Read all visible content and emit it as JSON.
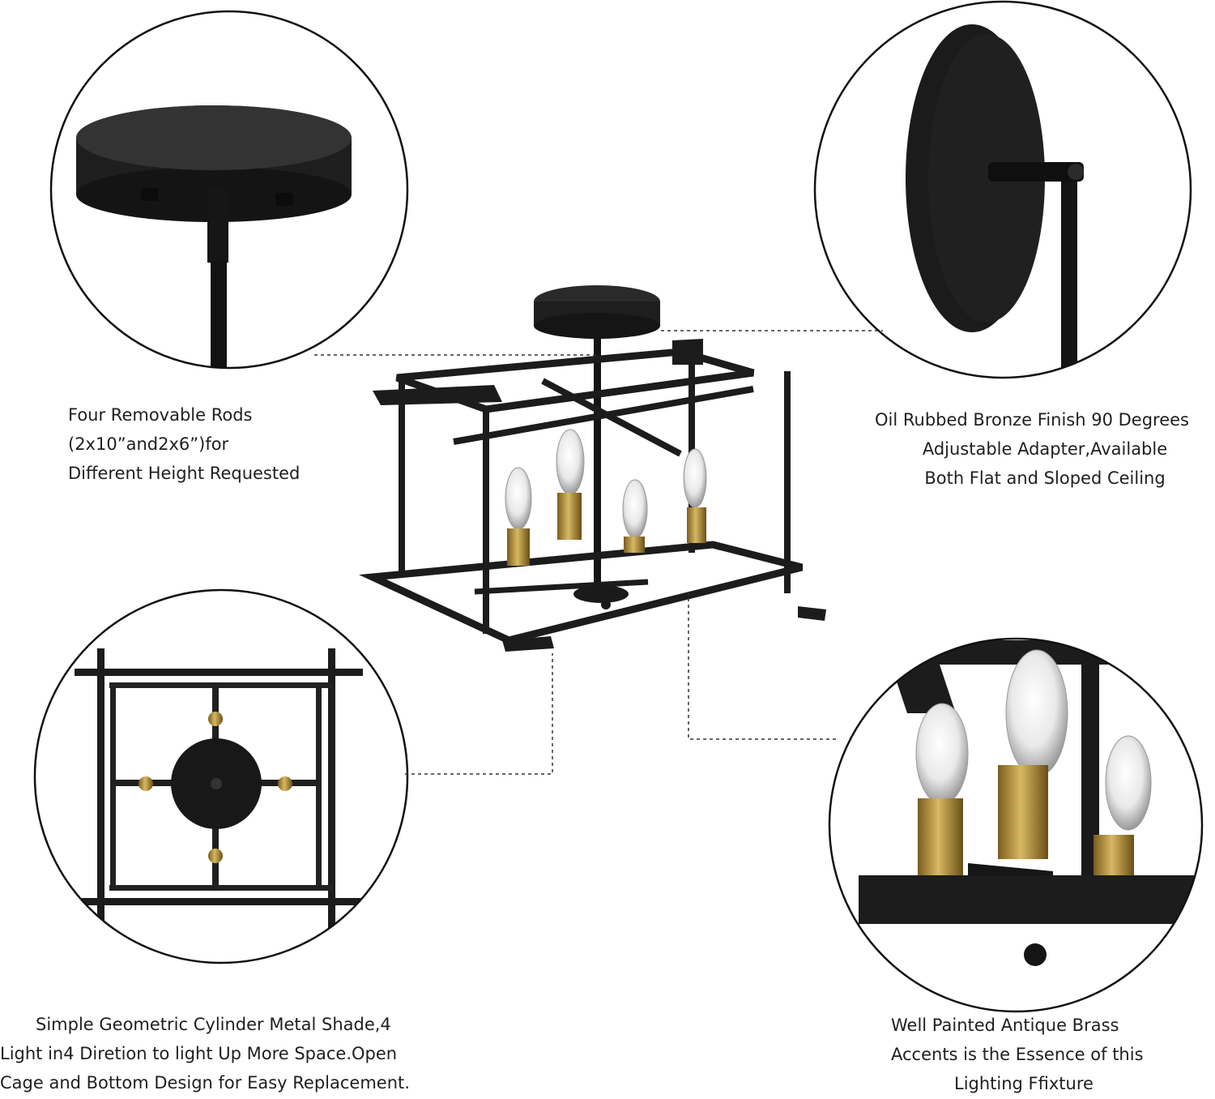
{
  "captions": {
    "top_left": {
      "line1": "Four Removable Rods",
      "line2": "(2x10”and2x6”)for",
      "line3": "Different Height Requested"
    },
    "top_right": {
      "line1": "Oil Rubbed Bronze Finish 90 Degrees",
      "line2": "Adjustable Adapter,Available",
      "line3": "Both Flat and Sloped Ceiling"
    },
    "bottom_left": {
      "line1": "Simple Geometric Cylinder Metal Shade,4",
      "line2": "Light in4 Diretion to light Up More Space.Open",
      "line3": "Cage and Bottom Design for Easy Replacement."
    },
    "bottom_right": {
      "line1": "Well Painted Antique Brass",
      "line2": "Accents is the Essence of this",
      "line3": "Lighting Ffixture"
    }
  },
  "colors": {
    "metal": "#1c1c1c",
    "brass": "#b8953e",
    "outline": "#111111",
    "leader": "#333333"
  }
}
